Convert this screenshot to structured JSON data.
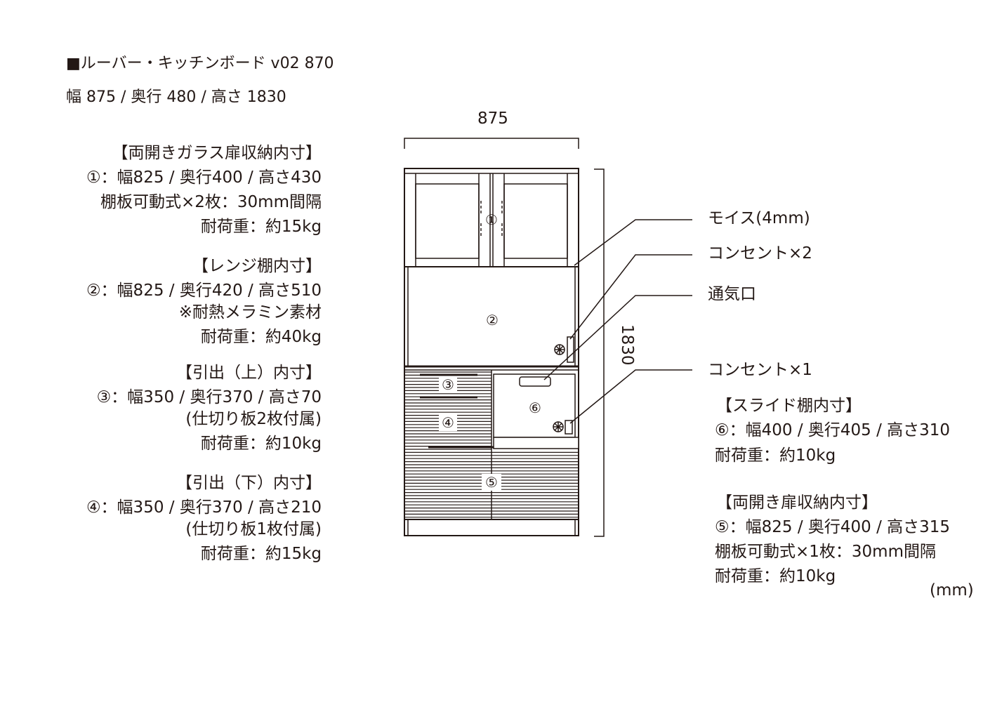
{
  "title": "■ルーバー・キッチンボード v02 870",
  "size": "幅 875 / 奥行 480 / 高さ 1830",
  "dims": {
    "width": "875",
    "height": "1830",
    "unit": "(mm)"
  },
  "left": [
    [
      "【両開きガラス扉収納内寸】",
      "①：幅825 / 奥行400 / 高さ430",
      "棚板可動式×2枚：30mm間隔",
      "耐荷重：約15kg"
    ],
    [
      "【レンジ棚内寸】",
      "②：幅825 / 奥行420 / 高さ510",
      "※耐熱メラミン素材",
      "耐荷重：約40kg"
    ],
    [
      "【引出（上）内寸】",
      "③：幅350 / 奥行370 / 高さ70",
      "(仕切り板2枚付属)",
      "耐荷重：約10kg"
    ],
    [
      "【引出（下）内寸】",
      "④：幅350 / 奥行370 / 高さ210",
      "(仕切り板1枚付属)",
      "耐荷重：約15kg"
    ]
  ],
  "callouts": [
    "モイス(4mm)",
    "コンセント×2",
    "通気口",
    "コンセント×1"
  ],
  "right": [
    [
      "【スライド棚内寸】",
      "⑥：幅400 / 奥行405 / 高さ310",
      "耐荷重：約10kg"
    ],
    [
      "【両開き扉収納内寸】",
      "⑤：幅825 / 奥行400 / 高さ315",
      "棚板可動式×1枚：30mm間隔",
      "耐荷重：約10kg"
    ]
  ],
  "markers": [
    "①",
    "②",
    "③",
    "④",
    "⑤",
    "⑥"
  ]
}
